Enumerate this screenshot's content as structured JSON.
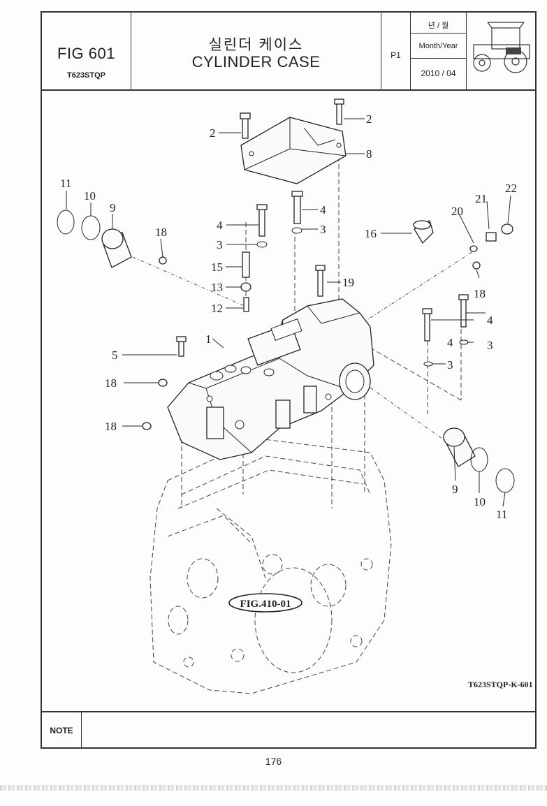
{
  "header": {
    "fig_no": "FIG 601",
    "model": "T623STQP",
    "title_ko": "실린더 케이스",
    "title_en": "CYLINDER CASE",
    "page_label": "P1",
    "date_label_ko": "년 / 월",
    "date_label_en": "Month/Year",
    "date_value": "2010 / 04",
    "thumbnail_icon": "tractor-icon"
  },
  "diagram": {
    "callouts": [
      "2",
      "2",
      "8",
      "11",
      "10",
      "9",
      "4",
      "4",
      "3",
      "3",
      "16",
      "21",
      "22",
      "20",
      "18",
      "15",
      "13",
      "12",
      "19",
      "18",
      "1",
      "4",
      "4",
      "3",
      "3",
      "5",
      "18",
      "18",
      "9",
      "10",
      "11"
    ],
    "reference_label": "FIG.410-01",
    "drawing_code": "T623STQP-K-601"
  },
  "note": {
    "label": "NOTE"
  },
  "page_number": "176"
}
